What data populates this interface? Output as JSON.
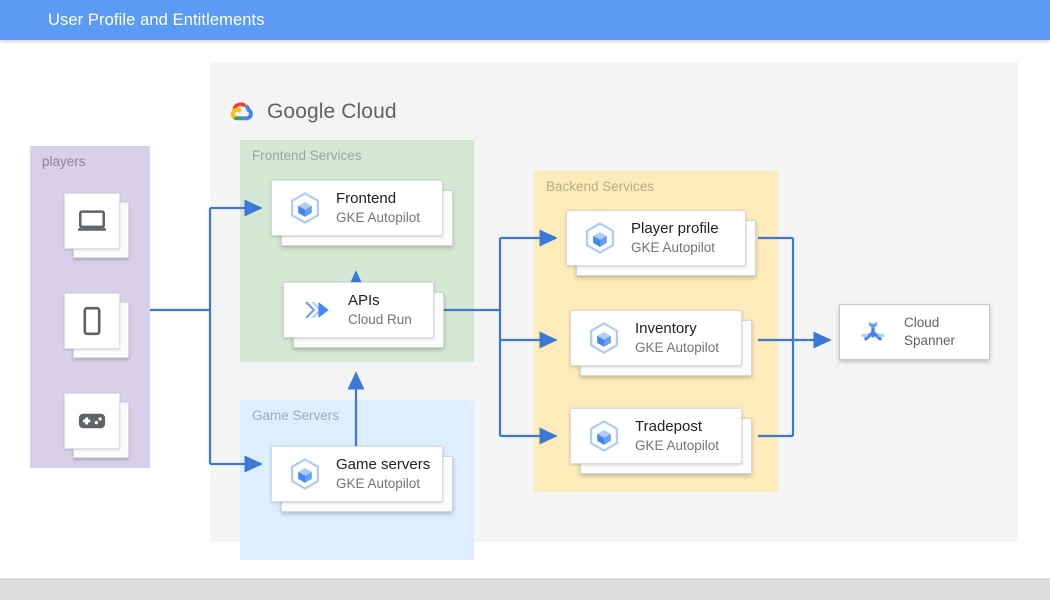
{
  "header": {
    "title": "User Profile and Entitlements"
  },
  "logo": {
    "name": "google-cloud-logo",
    "text_primary": "Google",
    "text_secondary": "Cloud"
  },
  "groups": {
    "players": {
      "label": "players",
      "color": "#d8d0e8"
    },
    "frontend": {
      "label": "Frontend Services",
      "color": "#d5e8d4"
    },
    "gameservers": {
      "label": "Game Servers",
      "color": "#ddeeff"
    },
    "backend": {
      "label": "Backend Services",
      "color": "#fdebba"
    }
  },
  "devices": [
    {
      "name": "laptop",
      "icon": "laptop-icon"
    },
    {
      "name": "phone",
      "icon": "phone-icon"
    },
    {
      "name": "controller",
      "icon": "gamepad-icon"
    }
  ],
  "nodes": {
    "frontend": {
      "title": "Frontend",
      "subtitle": "GKE Autopilot",
      "icon": "gke-icon"
    },
    "apis": {
      "title": "APIs",
      "subtitle": "Cloud Run",
      "icon": "cloud-run-icon"
    },
    "game_servers": {
      "title": "Game servers",
      "subtitle": "GKE Autopilot",
      "icon": "gke-icon"
    },
    "player_profile": {
      "title": "Player profile",
      "subtitle": "GKE Autopilot",
      "icon": "gke-icon"
    },
    "inventory": {
      "title": "Inventory",
      "subtitle": "GKE Autopilot",
      "icon": "gke-icon"
    },
    "tradepost": {
      "title": "Tradepost",
      "subtitle": "GKE Autopilot",
      "icon": "gke-icon"
    },
    "spanner": {
      "title": "Cloud",
      "subtitle": "Spanner",
      "icon": "cloud-spanner-icon"
    }
  },
  "colors": {
    "header": "#5b9bf5",
    "connector": "#3c78d8",
    "canvas": "#f4f4f4",
    "bottom_strip": "#dddddd"
  }
}
